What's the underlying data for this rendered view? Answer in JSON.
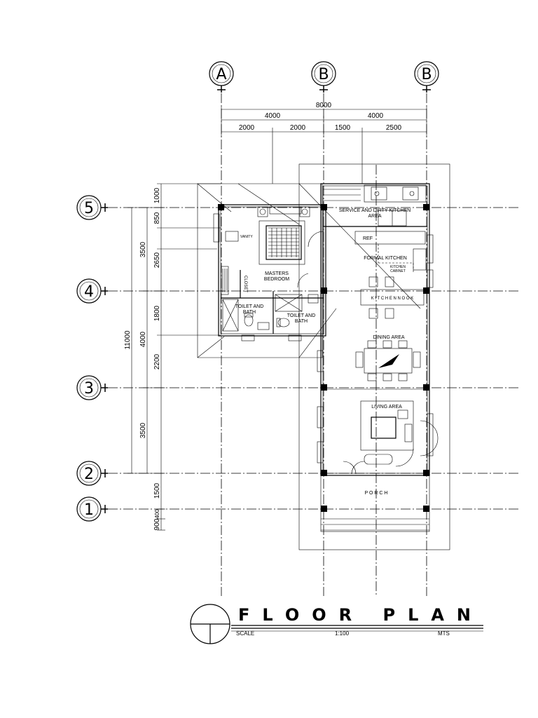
{
  "title": {
    "main": "FLOOR PLAN",
    "scale_label": "SCALE",
    "scale_value": "1:100",
    "units": "MTS"
  },
  "grid_columns": [
    "A",
    "B",
    "B"
  ],
  "grid_rows": [
    "5",
    "4",
    "3",
    "2",
    "1"
  ],
  "dimensions_horizontal": {
    "overall": "8000",
    "halves": [
      "4000",
      "4000"
    ],
    "segments": [
      "2000",
      "2000",
      "1500",
      "2500"
    ]
  },
  "dimensions_vertical": {
    "overall": "11000",
    "major": [
      "3500",
      "4000",
      "3500"
    ],
    "rows": [
      "1000",
      "850",
      "2650",
      "1800",
      "2200",
      "1500",
      "400",
      "900"
    ]
  },
  "rooms": {
    "service_kitchen": "SERVICE AND DIRTY KITCHEN",
    "service_kitchen_2": "AREA",
    "ref": "REF",
    "formal_kitchen": "FORMAL KITCHEN",
    "kitchen_cabinet_1": "KITCHEN",
    "kitchen_cabinet_2": "CABINET",
    "kitchen_nook": "K I T C H E N   N O O K",
    "vanity": "VANITY",
    "master_bedroom_1": "MASTERS",
    "master_bedroom_2": "BEDROOM",
    "closet": "CLOSET",
    "toilet_1a": "TOILET AND",
    "toilet_1b": "BATH",
    "toilet_2a": "TOILET AND",
    "toilet_2b": "BATH",
    "dining": "DINING AREA",
    "living": "LIVING AREA",
    "porch": "P O R C H"
  }
}
